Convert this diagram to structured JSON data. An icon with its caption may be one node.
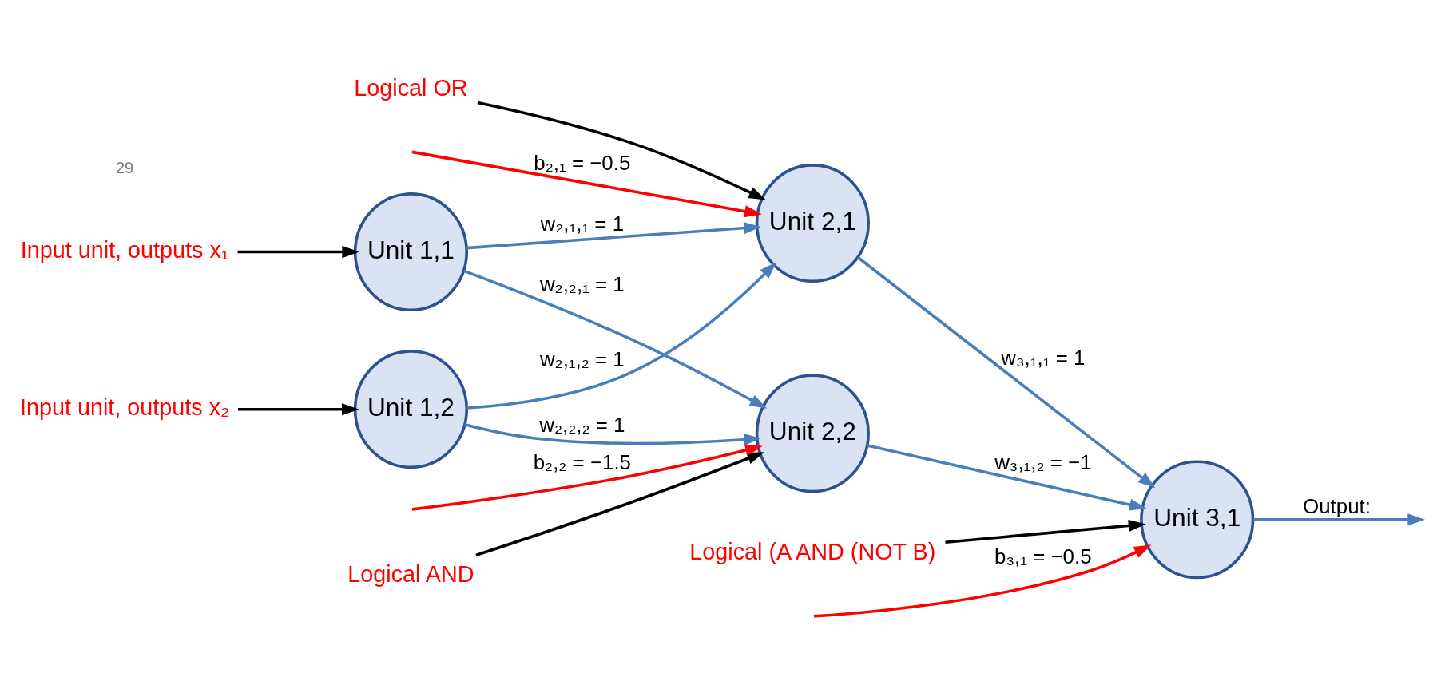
{
  "diagram": {
    "nodes": [
      {
        "text": [
          "Unit 1,1"
        ]
      },
      {
        "text": [
          "Unit 1,2"
        ]
      },
      {
        "text": [
          "Unit 2,1"
        ]
      },
      {
        "text": [
          "Unit 2,2"
        ]
      },
      {
        "text": [
          "Unit 3,1"
        ]
      },
      {
        "text": [
          "Input unit, outputs x₁"
        ]
      },
      {
        "text": [
          "Input unit, outputs x₂"
        ]
      },
      {
        "text": [
          "Logical OR"
        ]
      },
      {
        "text": [
          "Logical AND"
        ]
      },
      {
        "text": [
          "Logical (A AND (NOT B)"
        ]
      }
    ],
    "edges": [
      {
        "from": 0,
        "to": 2,
        "arrow": "to",
        "label": "w₂,₁,₁ = 1"
      },
      {
        "from": 1,
        "to": 2,
        "arrow": "to",
        "label": "w₂,₁,₂ = 1"
      },
      {
        "from": 0,
        "to": 3,
        "arrow": "to",
        "label": "w₂,₂,₁ = 1"
      },
      {
        "from": 1,
        "to": 3,
        "arrow": "to",
        "label": "w₂,₂,₂ = 1"
      },
      {
        "from": 2,
        "to": 4,
        "arrow": "to",
        "label": "w₃,₁,₁ = 1"
      },
      {
        "from": 3,
        "to": 4,
        "arrow": "to",
        "label": "w₃,₁,₂ = −1"
      },
      {
        "from": null,
        "to": 2,
        "arrow": "to",
        "label": "b₂,₁ = −0.5",
        "color": "#ff0000"
      },
      {
        "from": null,
        "to": 3,
        "arrow": "to",
        "label": "b₂,₂ = −1.5",
        "color": "#ff0000"
      },
      {
        "from": null,
        "to": 4,
        "arrow": "to",
        "label": "b₃,₁ = −0.5",
        "color": "#ff0000"
      },
      {
        "from": 4,
        "to": null,
        "arrow": "to",
        "label": "Output:"
      },
      {
        "from": 5,
        "to": 0,
        "arrow": "to",
        "color": "#000000"
      },
      {
        "from": 6,
        "to": 1,
        "arrow": "to",
        "color": "#000000"
      },
      {
        "from": 7,
        "to": 2,
        "arrow": "to",
        "color": "#000000"
      },
      {
        "from": 8,
        "to": 3,
        "arrow": "to",
        "color": "#000000"
      },
      {
        "from": 9,
        "to": 4,
        "arrow": "to",
        "color": "#000000"
      }
    ],
    "labels": [
      "29"
    ]
  }
}
